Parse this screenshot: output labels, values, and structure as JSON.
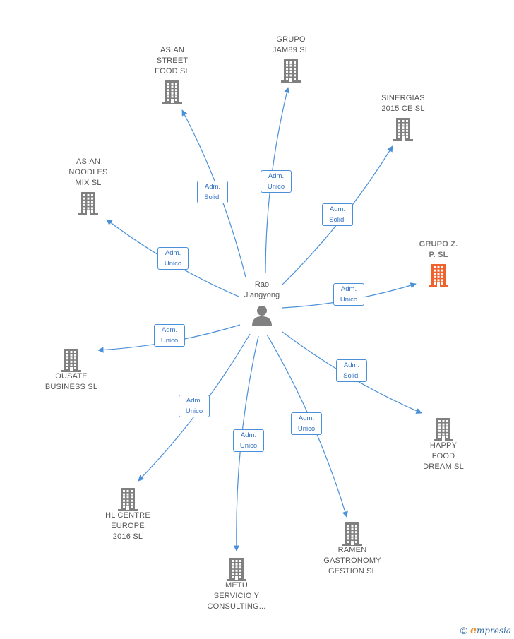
{
  "center": {
    "name": "Rao\nJiangyong"
  },
  "nodes": [
    {
      "id": "asian-street-food",
      "label": "ASIAN\nSTREET\nFOOD  SL",
      "highlight": false,
      "role": "Adm.\nSolid."
    },
    {
      "id": "grupo-jam89",
      "label": "GRUPO\nJAM89  SL",
      "highlight": false,
      "role": "Adm.\nUnico"
    },
    {
      "id": "sinergias-2015",
      "label": "SINERGIAS\n2015 CE  SL",
      "highlight": false,
      "role": "Adm.\nSolid."
    },
    {
      "id": "asian-noodles-mix",
      "label": "ASIAN\nNOODLES\nMIX  SL",
      "highlight": false,
      "role": "Adm.\nUnico"
    },
    {
      "id": "grupo-zp",
      "label": "GRUPO Z.\nP.  SL",
      "highlight": true,
      "role": "Adm.\nUnico"
    },
    {
      "id": "ousate-business",
      "label": "OUSATE\nBUSINESS  SL",
      "highlight": false,
      "role": "Adm.\nUnico"
    },
    {
      "id": "happy-food-dream",
      "label": "HAPPY\nFOOD\nDREAM  SL",
      "highlight": false,
      "role": "Adm.\nSolid."
    },
    {
      "id": "hl-centre-europe",
      "label": "HL CENTRE\nEUROPE\n2016  SL",
      "highlight": false,
      "role": "Adm.\nUnico"
    },
    {
      "id": "metu-servicio",
      "label": "METU\nSERVICIO Y\nCONSULTING...",
      "highlight": false,
      "role": "Adm.\nUnico"
    },
    {
      "id": "ramen-gastronomy",
      "label": "RAMEN\nGASTRONOMY\nGESTION  SL",
      "highlight": false,
      "role": "Adm.\nUnico"
    }
  ],
  "colors": {
    "edge": "#4a90d9",
    "building": "#808080",
    "building_highlight": "#f0622d",
    "person": "#808080"
  },
  "footer": {
    "copyright": "©",
    "brand_initial": "e",
    "brand_rest": "mpresia"
  }
}
